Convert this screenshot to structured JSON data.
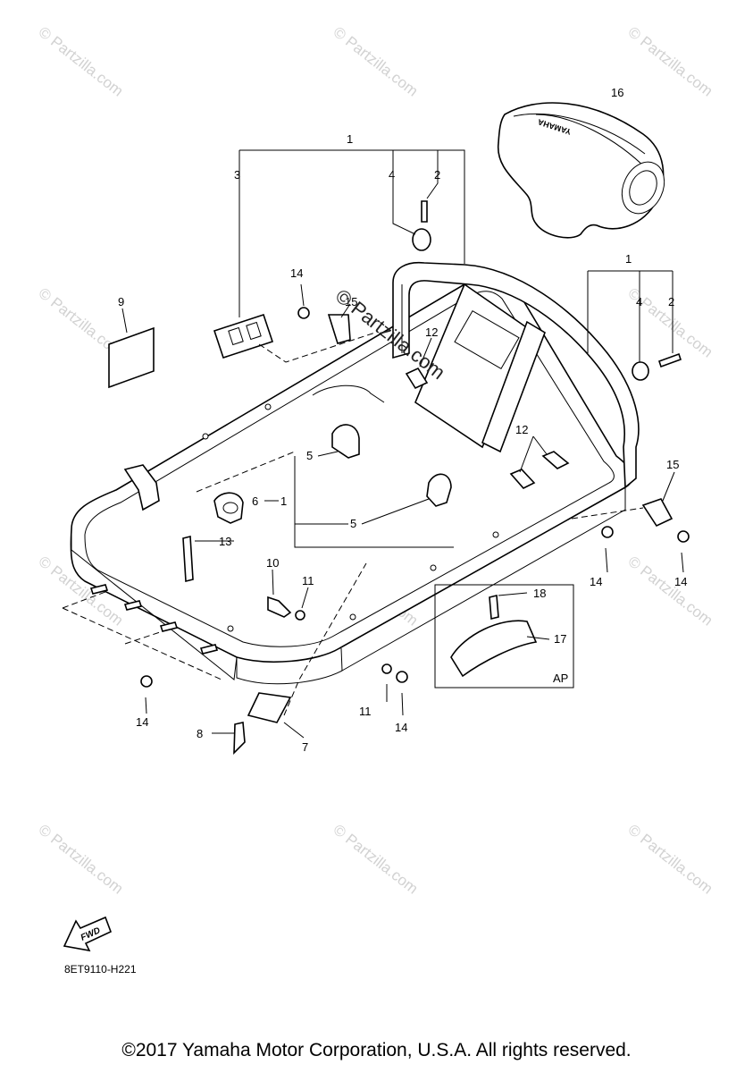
{
  "diagram": {
    "watermark_text": "© Partzilla.com",
    "watermark_center_text": "© Partzilla.com",
    "yamaha_label": "YAMAHA",
    "ap_label": "AP",
    "fwd_label": "FWD",
    "drawing_code": "8ET9110-H221",
    "copyright": "©2017 Yamaha Motor Corporation, U.S.A. All rights reserved.",
    "callouts": {
      "c1_top": "1",
      "c3": "3",
      "c4_top": "4",
      "c2_top": "2",
      "c16": "16",
      "c1_right": "1",
      "c4_right": "4",
      "c2_right": "2",
      "c14_a": "14",
      "c15_a": "15",
      "c9": "9",
      "c12_a": "12",
      "c12_b": "12",
      "c15_b": "15",
      "c5_a": "5",
      "c6": "6",
      "c1_mid": "1",
      "c5_b": "5",
      "c13": "13",
      "c14_b": "14",
      "c14_c": "14",
      "c10": "10",
      "c11_a": "11",
      "c18": "18",
      "c17": "17",
      "c14_d": "14",
      "c11_b": "11",
      "c14_e": "14",
      "c8": "8",
      "c7": "7"
    }
  }
}
